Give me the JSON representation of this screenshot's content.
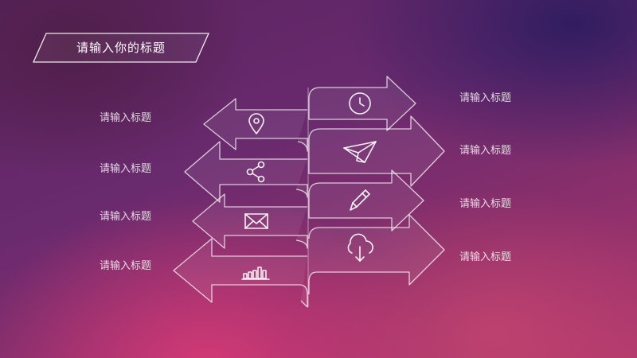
{
  "slide": {
    "title": "请输入你的标题",
    "left_items": [
      {
        "label": "请输入标题",
        "icon": "location-pin-icon"
      },
      {
        "label": "请输入标题",
        "icon": "share-icon"
      },
      {
        "label": "请输入标题",
        "icon": "mail-icon"
      },
      {
        "label": "请输入标题",
        "icon": "bar-chart-icon"
      }
    ],
    "right_items": [
      {
        "label": "请输入标题",
        "icon": "clock-icon"
      },
      {
        "label": "请输入标题",
        "icon": "paper-plane-icon"
      },
      {
        "label": "请输入标题",
        "icon": "pencil-icon"
      },
      {
        "label": "请输入标题",
        "icon": "cloud-download-icon"
      }
    ]
  }
}
